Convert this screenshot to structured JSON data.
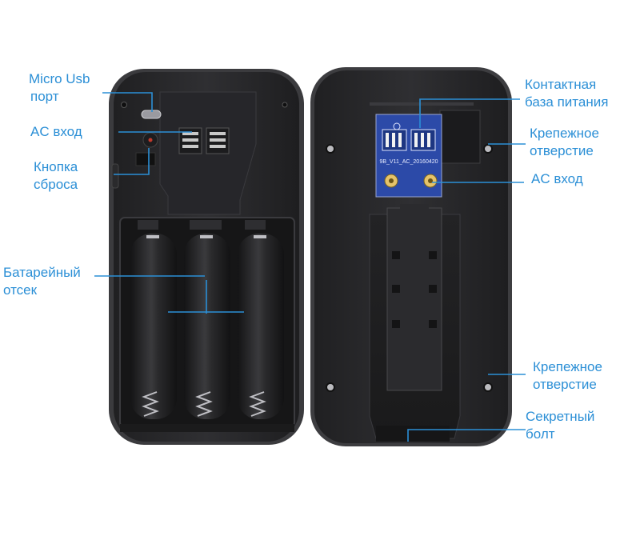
{
  "labels": {
    "micro_usb": {
      "line1": "Micro Usb",
      "line2": "порт"
    },
    "ac_left": {
      "line1": "AC вход"
    },
    "reset": {
      "line1": "Кнопка",
      "line2": "сброса"
    },
    "battery": {
      "line1": "Батарейный",
      "line2": "отсек"
    },
    "contact_base": {
      "line1": "Контактная",
      "line2": "база питания"
    },
    "mount_top": {
      "line1": "Крепежное",
      "line2": "отверстие"
    },
    "ac_right": {
      "line1": "AC вход"
    },
    "mount_bottom": {
      "line1": "Крепежное",
      "line2": "отверстие"
    },
    "secret_bolt": {
      "line1": "Секретный",
      "line2": "болт"
    }
  },
  "pcb_text": "9B_V11_AC_20160420",
  "colors": {
    "label": "#2b8fd6",
    "device_body": "#2a2a2c",
    "device_edge": "#4a4a4e",
    "pcb": "#2c4aa8",
    "contact": "#e6c36a"
  }
}
